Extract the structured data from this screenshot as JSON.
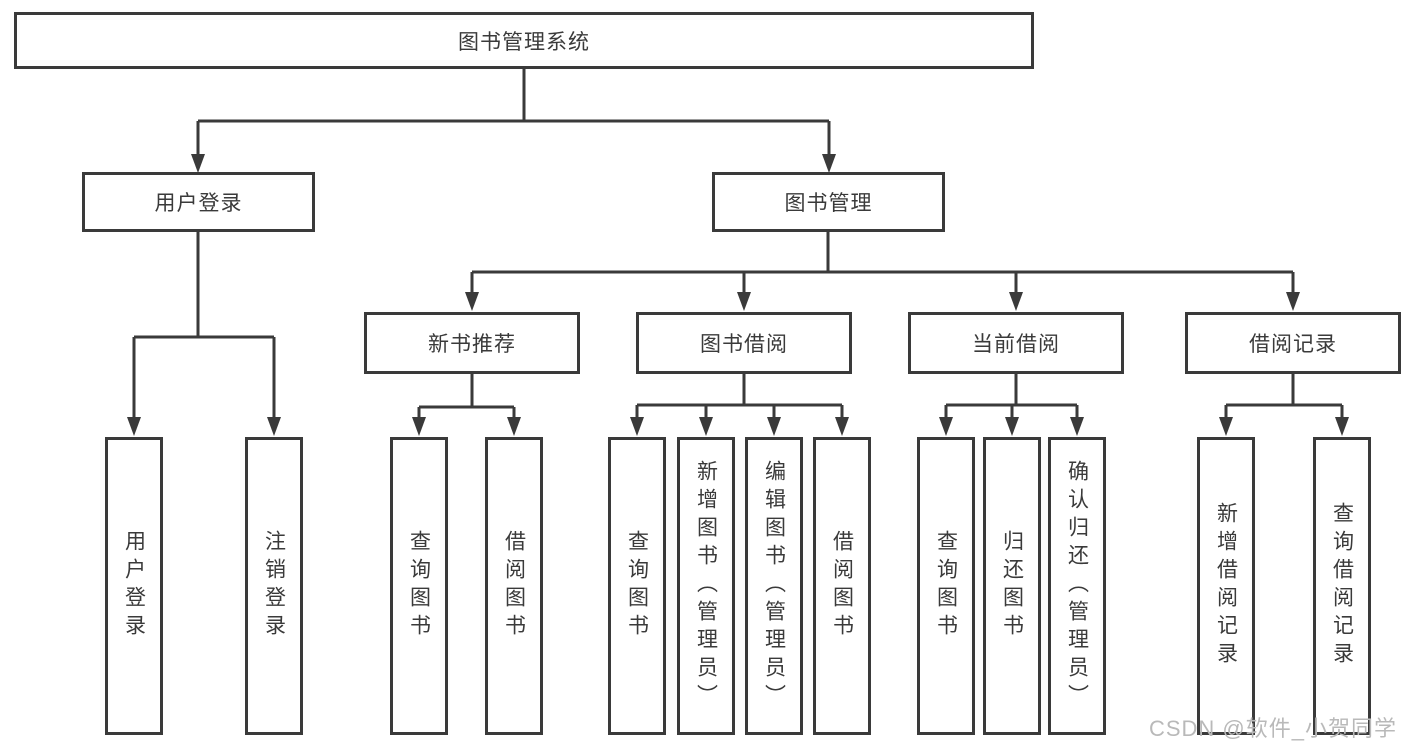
{
  "colors": {
    "line": "#3a3a3a",
    "text": "#3a3a3a",
    "watermark": "#b9b9b9",
    "background": "#ffffff"
  },
  "watermark": {
    "text": "CSDN @软件_小贺同学"
  },
  "diagram": {
    "type": "tree",
    "root": {
      "label": "图书管理系统"
    },
    "branches": [
      {
        "label": "用户登录",
        "leaves": [
          "用户登录",
          "注销登录"
        ]
      },
      {
        "label": "图书管理",
        "groups": [
          {
            "label": "新书推荐",
            "leaves": [
              "查询图书",
              "借阅图书"
            ]
          },
          {
            "label": "图书借阅",
            "leaves": [
              "查询图书",
              "新增图书（管理员）",
              "编辑图书（管理员）",
              "借阅图书"
            ]
          },
          {
            "label": "当前借阅",
            "leaves": [
              "查询图书",
              "归还图书",
              "确认归还（管理员）"
            ]
          },
          {
            "label": "借阅记录",
            "leaves": [
              "新增借阅记录",
              "查询借阅记录"
            ]
          }
        ]
      }
    ]
  }
}
